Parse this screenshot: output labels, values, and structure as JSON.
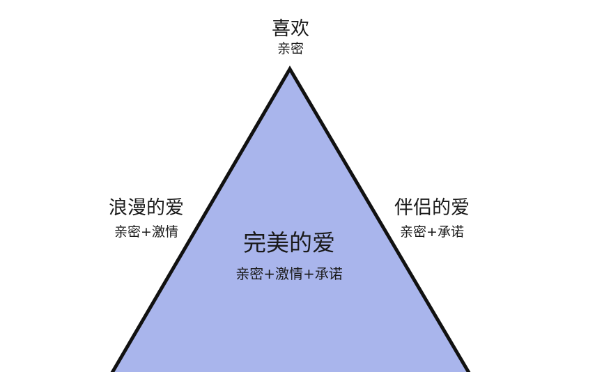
{
  "diagram": {
    "triangle_fill": "#a9b5ec",
    "triangle_stroke": "#111111",
    "top": {
      "title": "喜欢",
      "subtitle": "亲密"
    },
    "left": {
      "title": "浪漫的爱",
      "subtitle": "亲密+激情"
    },
    "right": {
      "title": "伴侣的爱",
      "subtitle": "亲密+承诺"
    },
    "center": {
      "title": "完美的爱",
      "subtitle": "亲密+激情+承诺"
    }
  }
}
